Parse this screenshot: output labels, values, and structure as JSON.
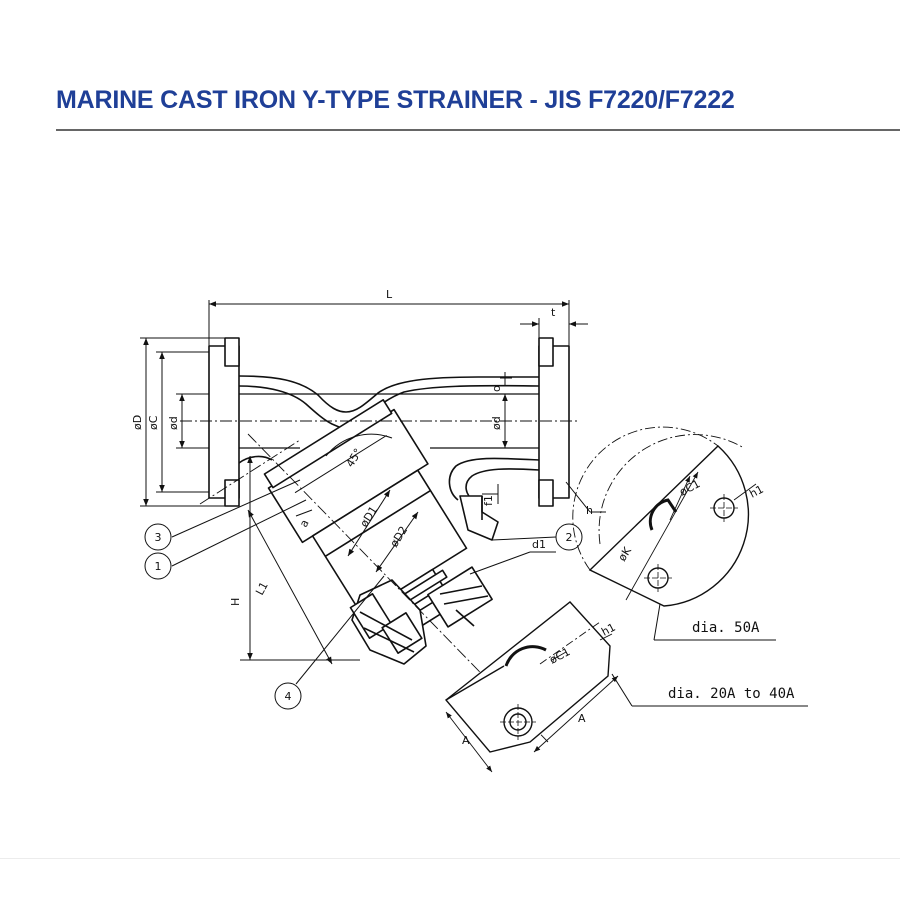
{
  "title": "MARINE CAST IRON Y-TYPE STRAINER - JIS F7220/F7222",
  "dimensions": {
    "L": "L",
    "t": "t",
    "D": "øD",
    "C": "øC",
    "d": "ød",
    "d_right": "ød",
    "H": "H",
    "L1": "L1",
    "angle": "45°",
    "D1": "øD1",
    "D2": "øD2",
    "f1": "f1",
    "h": "h",
    "d1": "d1",
    "a": "a",
    "o": "o"
  },
  "detail_50A": {
    "C1": "øC1",
    "h1": "h1",
    "K": "øK",
    "note": "dia. 50A"
  },
  "detail_20_40A": {
    "C1": "øC1",
    "h1": "h1",
    "A_left": "A",
    "A_right": "A",
    "note": "dia. 20A to 40A"
  },
  "callouts": [
    "1",
    "2",
    "3",
    "4"
  ]
}
